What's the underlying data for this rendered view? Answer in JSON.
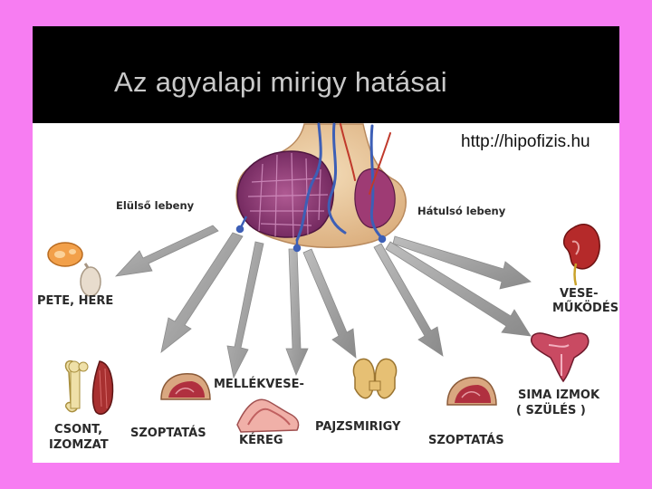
{
  "slide": {
    "title": "Az agyalapi mirigy hatásai",
    "source_url": "http://hipofizis.hu"
  },
  "diagram": {
    "anterior_lobe": "Elülső lebeny",
    "posterior_lobe": "Hátulsó lebeny",
    "targets": {
      "gonads": "PETE, HERE",
      "kidney_line1": "VESE-",
      "kidney_line2": "MŰKÖDÉS",
      "bone_line1": "CSONT,",
      "bone_line2": "IZOMZAT",
      "breast_left": "SZOPTATÁS",
      "adrenal_line1": "MELLÉKVESE-",
      "adrenal_line2": "KÉREG",
      "thyroid": "PAJZSMIRIGY",
      "breast_right": "SZOPTATÁS",
      "smooth_line1": "SIMA IZMOK",
      "smooth_line2": "( SZÜLÉS )"
    }
  },
  "colors": {
    "frame": "#f77df2",
    "title_bar": "#000000",
    "title_text": "#c9c9c9",
    "arrow": "#9a9a9a",
    "gland_tissue": "#e9c9a0",
    "anterior_lobe": "#7a2d63",
    "vessel": "#3d5fb6"
  },
  "icons": [
    "pituitary-gland-icon",
    "ovary-testis-icon",
    "kidney-icon",
    "bone-muscle-icon",
    "breast-tissue-icon",
    "adrenal-cortex-icon",
    "thyroid-icon",
    "uterus-icon"
  ]
}
